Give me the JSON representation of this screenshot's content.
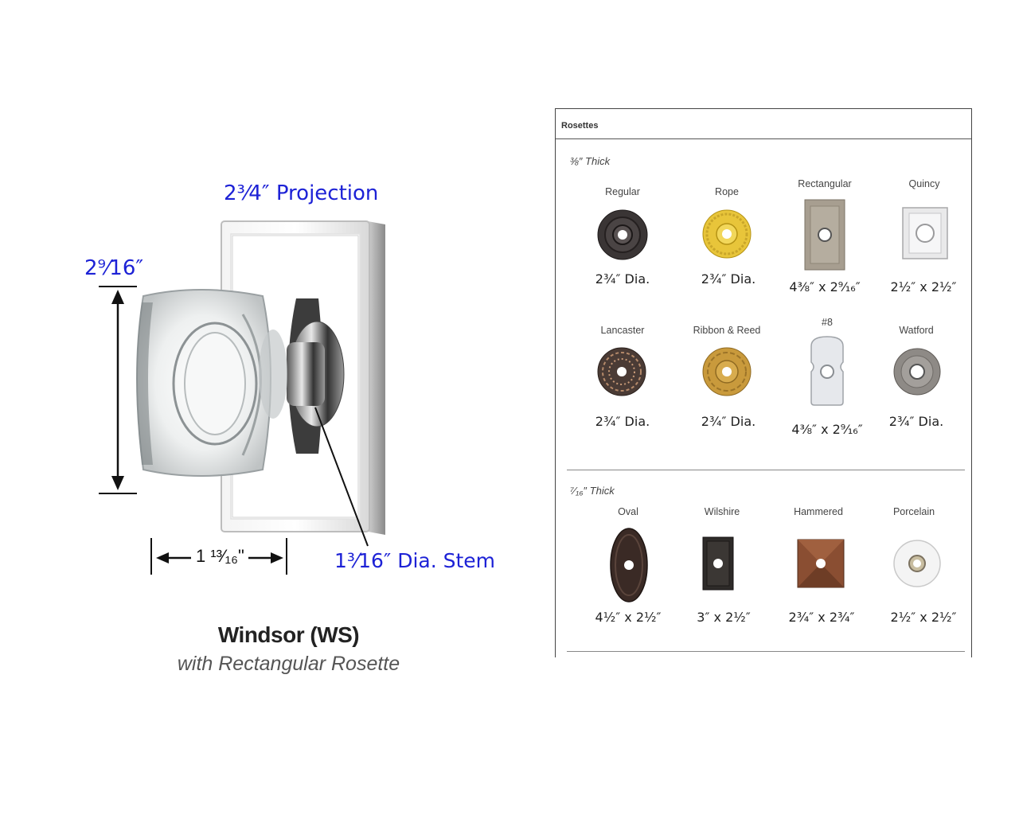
{
  "product": {
    "projection_label": "2³⁄4″ Projection",
    "height_label": "2⁹⁄16″",
    "width_label": "1 ¹³⁄₁₆\"",
    "stem_label": "1³⁄16″ Dia. Stem",
    "title": "Windsor (WS)",
    "subtitle": "with Rectangular Rosette"
  },
  "rosettes": {
    "title": "Rosettes",
    "sections": [
      {
        "label": "⅜″ Thick",
        "items": [
          {
            "name": "Regular",
            "size": "2¾″ Dia.",
            "color": "#3a3535"
          },
          {
            "name": "Rope",
            "size": "2¾″ Dia.",
            "color": "#e8c53a"
          },
          {
            "name": "Rectangular",
            "size": "4⅜″ x 2⁹⁄₁₆″",
            "color": "#a79e90"
          },
          {
            "name": "Quincy",
            "size": "2½″ x 2½″",
            "color": "#e9e9ea"
          },
          {
            "name": "Lancaster",
            "size": "2¾″ Dia.",
            "color": "#4a3b35"
          },
          {
            "name": "Ribbon & Reed",
            "size": "2¾″ Dia.",
            "color": "#c99a3c"
          },
          {
            "name": "#8",
            "size": "4⅜″ x 2⁹⁄₁₆″",
            "color": "#e6e8ec"
          },
          {
            "name": "Watford",
            "size": "2¾″ Dia.",
            "color": "#8e8a86"
          }
        ]
      },
      {
        "label": "⁷⁄₁₆″ Thick",
        "items": [
          {
            "name": "Oval",
            "size": "4½″ x 2½″",
            "color": "#3a2a25"
          },
          {
            "name": "Wilshire",
            "size": "3″ x 2½″",
            "color": "#2e2b29"
          },
          {
            "name": "Hammered",
            "size": "2¾″ x 2¾″",
            "color": "#8a4e32"
          },
          {
            "name": "Porcelain",
            "size": "2½″ x 2½″",
            "color": "#f4f4f4"
          }
        ]
      }
    ]
  }
}
